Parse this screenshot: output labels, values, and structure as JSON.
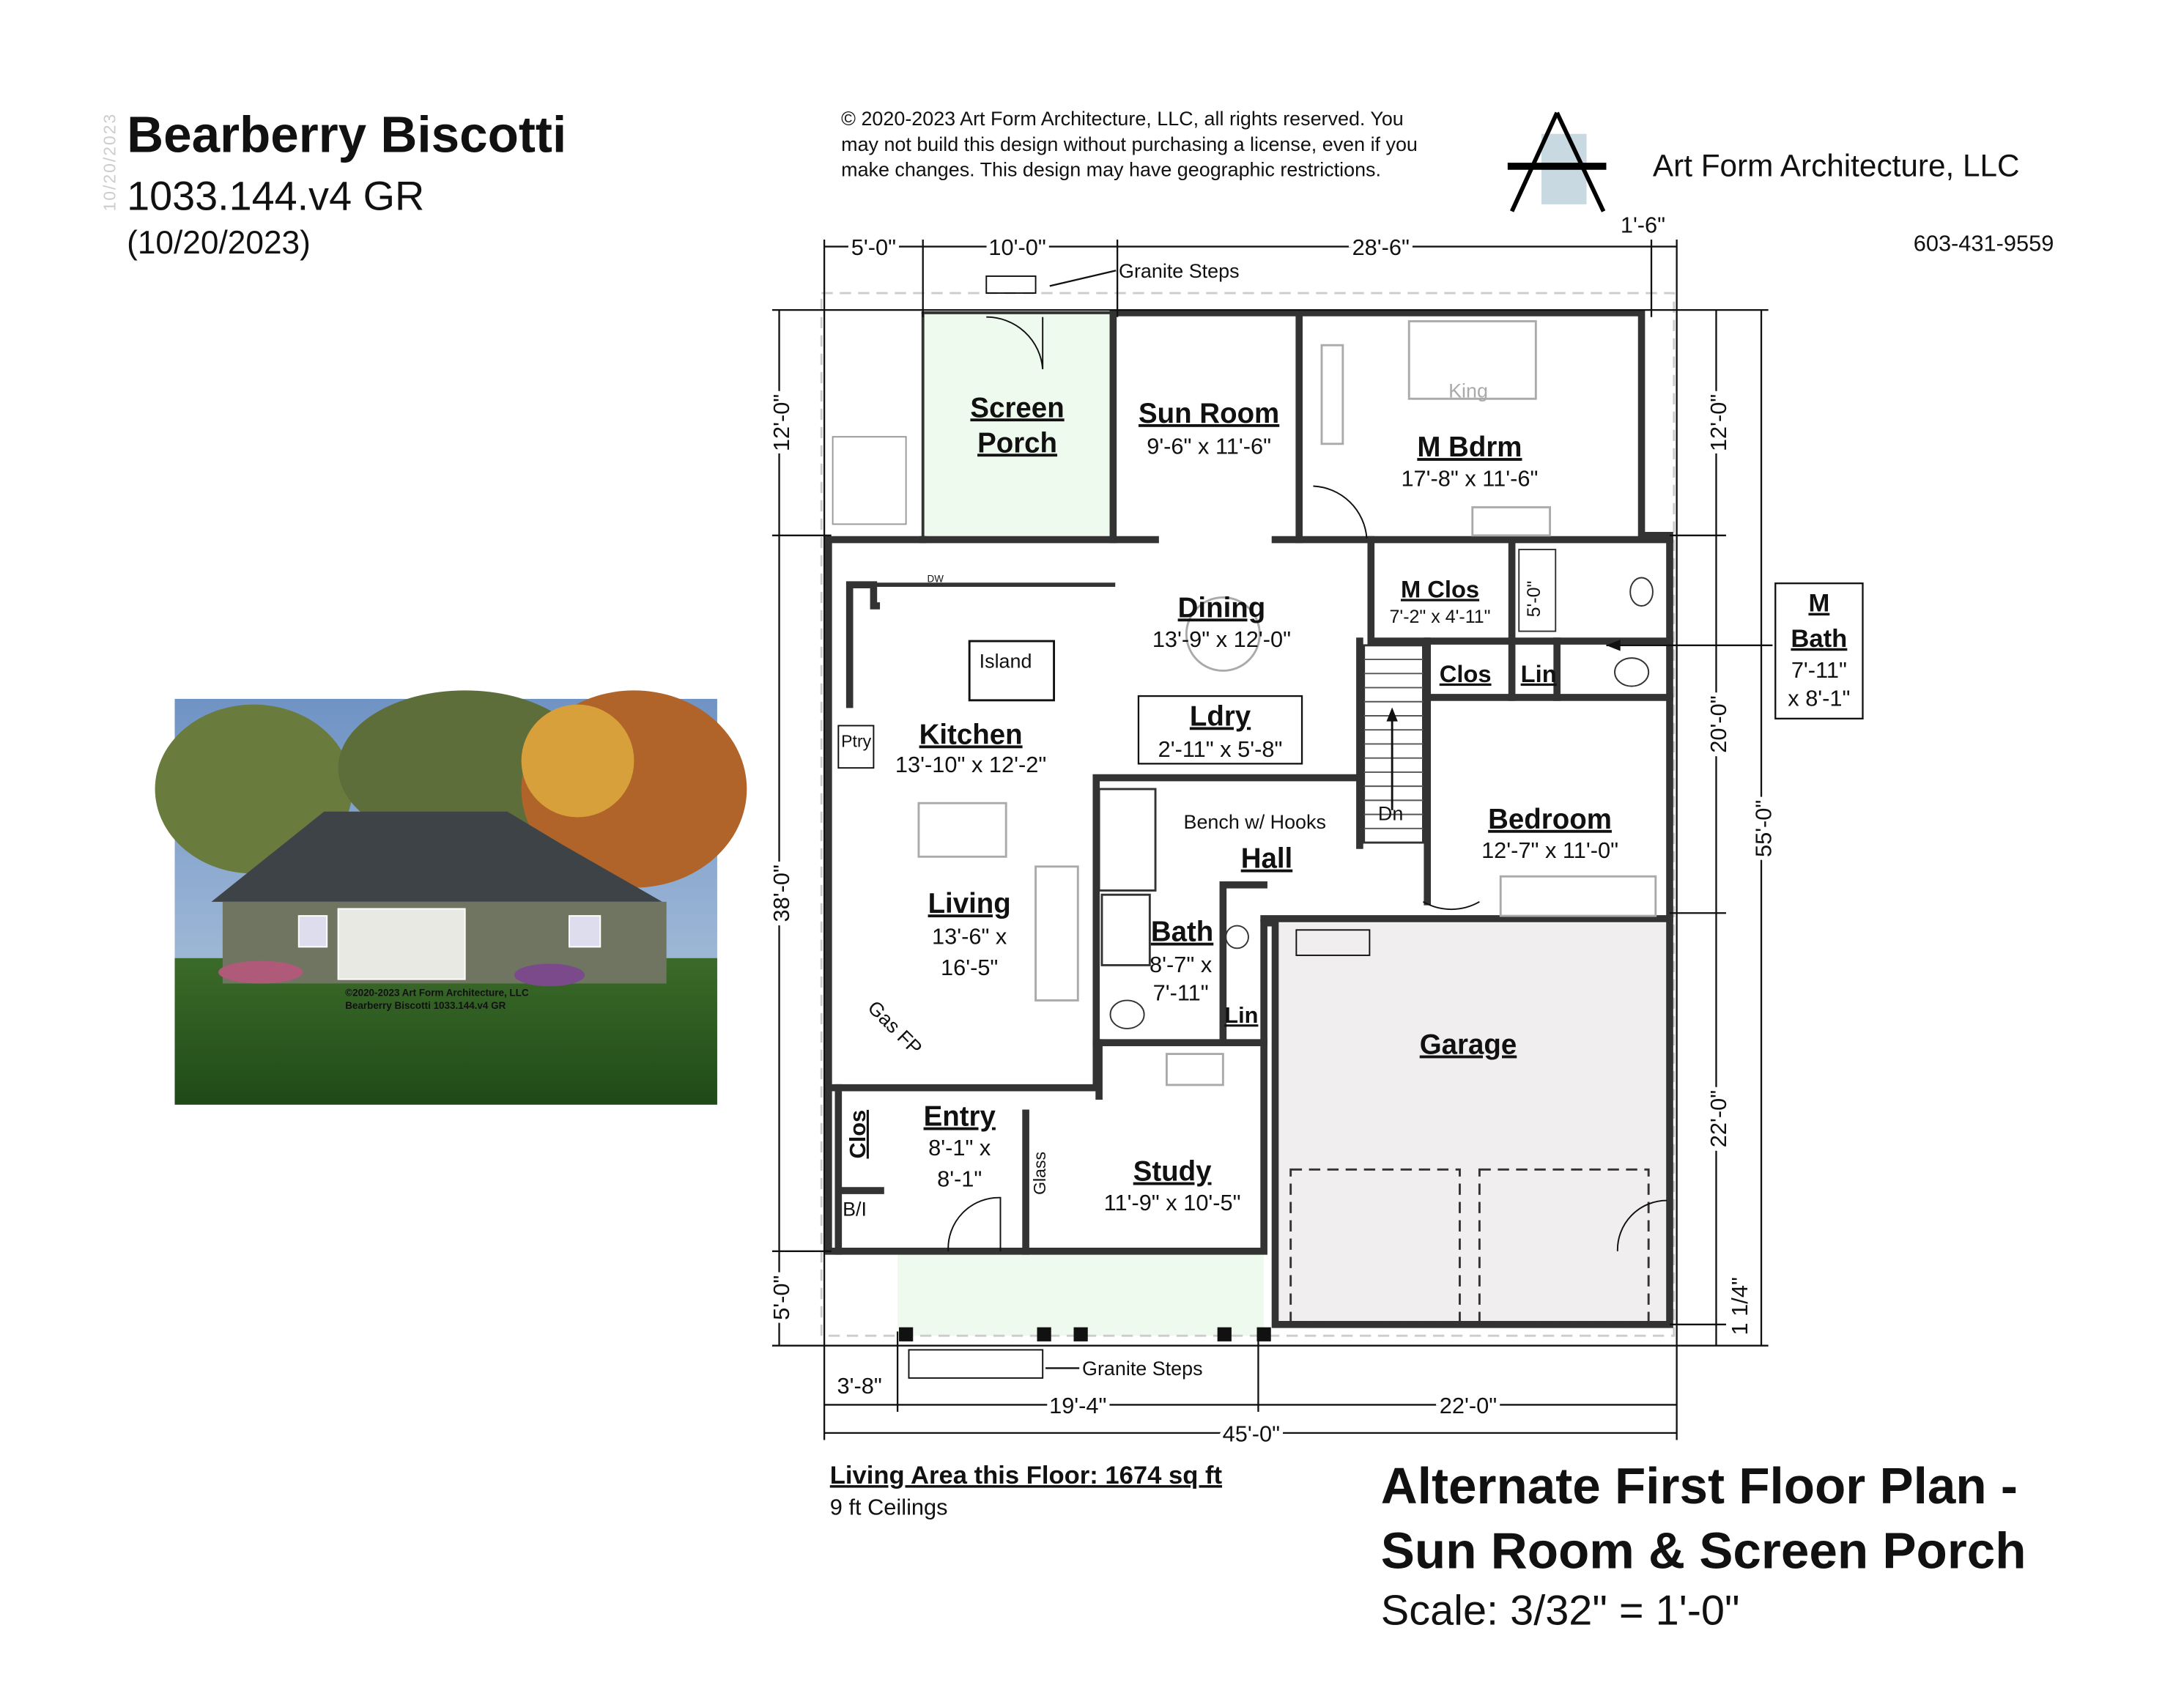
{
  "header": {
    "side_date": "10/20/2023",
    "title": "Bearberry Biscotti",
    "plan_id": "1033.144.v4 GR",
    "date": "(10/20/2023)",
    "copyright_lines": [
      "© 2020-2023 Art Form Architecture, LLC, all rights reserved. You",
      "may not build this design without purchasing a license, even if you",
      "make changes. This design may have geographic restrictions."
    ],
    "company": "Art Form Architecture, LLC",
    "phone": "603-431-9559",
    "logo_color": "#c9d9e2"
  },
  "photo": {
    "caption_lines": [
      "©2020-2023 Art Form Architecture, LLC",
      "Bearberry Biscotti 1033.144.v4 GR"
    ]
  },
  "dimensions": {
    "top": [
      "5'-0\"",
      "10'-0\"",
      "28'-6\"",
      "1'-6\""
    ],
    "left": [
      "12'-0\"",
      "38'-0\"",
      "5'-0\""
    ],
    "right": [
      "12'-0\"",
      "20'-0\"",
      "22'-0\"",
      "1 1/4\""
    ],
    "right_total": "55'-0\"",
    "bottom": [
      "3'-8\"",
      "19'-4\"",
      "22'-0\""
    ],
    "bottom_total": "45'-0\""
  },
  "rooms": {
    "screen_porch": {
      "name1": "Screen",
      "name2": "Porch"
    },
    "sun_room": {
      "name": "Sun Room",
      "dims": "9'-6\" x 11'-6\""
    },
    "m_bdrm": {
      "name": "M Bdrm",
      "dims": "17'-8\" x 11'-6\""
    },
    "m_clos": {
      "name": "M Clos",
      "dims": "7'-2\" x 4'-11\""
    },
    "dining": {
      "name": "Dining",
      "dims": "13'-9\" x 12'-0\""
    },
    "kitchen": {
      "name": "Kitchen",
      "dims": "13'-10\" x 12'-2\""
    },
    "ldry": {
      "name": "Ldry",
      "dims": "2'-11\" x 5'-8\""
    },
    "clos_hall": {
      "name": "Clos"
    },
    "lin_mbath": {
      "name": "Lin"
    },
    "m_bath": {
      "name1": "M",
      "name2": "Bath",
      "dims1": "7'-11\"",
      "dims2": "x 8'-1\""
    },
    "bedroom": {
      "name": "Bedroom",
      "dims": "12'-7\" x 11'-0\""
    },
    "hall": {
      "name": "Hall"
    },
    "living": {
      "name": "Living",
      "dims1": "13'-6\" x",
      "dims2": "16'-5\""
    },
    "bath": {
      "name": "Bath",
      "dims1": "8'-7\" x",
      "dims2": "7'-11\""
    },
    "lin_bath": {
      "name": "Lin"
    },
    "garage": {
      "name": "Garage"
    },
    "entry": {
      "name": "Entry",
      "dims1": "8'-1\" x",
      "dims2": "8'-1\""
    },
    "clos_entry": {
      "name": "Clos"
    },
    "study": {
      "name": "Study",
      "dims": "11'-9\" x 10'-5\""
    }
  },
  "notes": {
    "granite_steps_top": "Granite Steps",
    "granite_steps_bottom": "Granite Steps",
    "bench": "Bench w/ Hooks",
    "gas_fp": "Gas FP",
    "glass": "Glass",
    "dn": "Dn",
    "king": "King",
    "island": "Island",
    "ptry": "Ptry",
    "dw": "DW",
    "bi": "B/I",
    "mbath_dim": "5'-0\""
  },
  "footer": {
    "living_area": "Living Area this Floor: 1674 sq ft",
    "ceilings": "9 ft Ceilings",
    "plan_title1": "Alternate First Floor Plan -",
    "plan_title2": "Sun Room & Screen Porch",
    "scale": "Scale: 3/32\" = 1'-0\""
  },
  "colors": {
    "porch_fill": "#eefaee",
    "garage_fill": "#f1eef0"
  }
}
